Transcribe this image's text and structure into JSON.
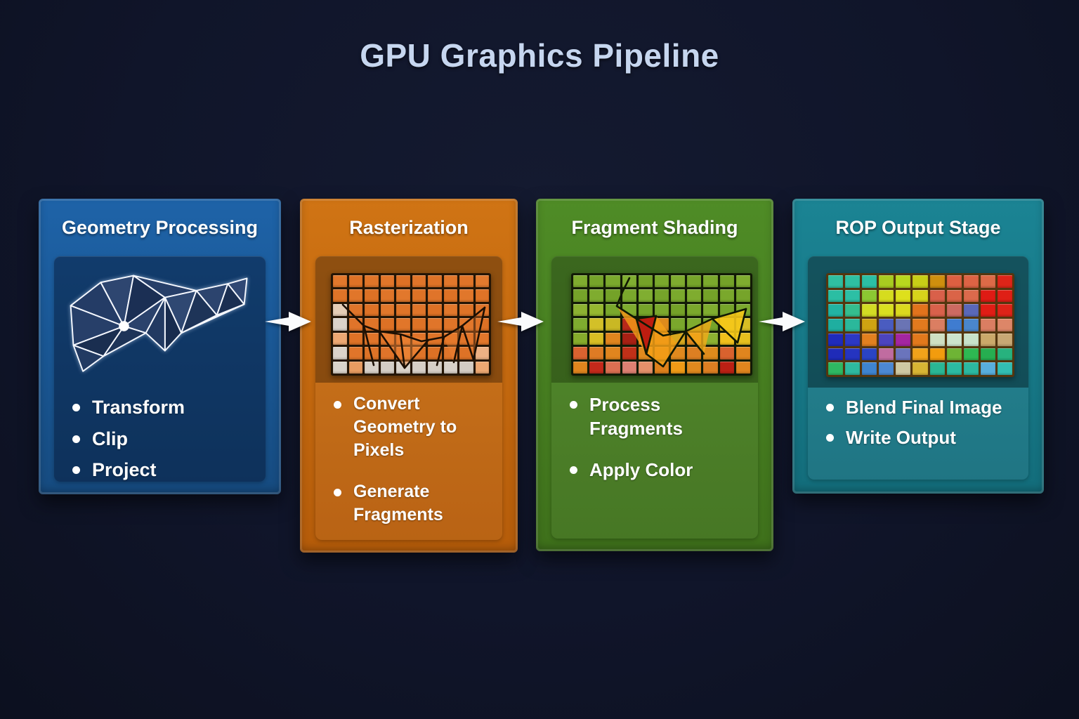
{
  "page": {
    "title": "GPU Graphics Pipeline",
    "background_color": "#10152A",
    "title_color": "#C6D6EF"
  },
  "stages": [
    {
      "title": "Geometry Processing",
      "bullets": [
        "Transform",
        "Clip",
        "Project"
      ],
      "colors": {
        "top": "#1E63A8",
        "bottom": "#164B80"
      },
      "illustration": "wireframe-mesh"
    },
    {
      "title": "Rasterization",
      "bullets": [
        "Convert Geometry to Pixels",
        "Generate Fragments"
      ],
      "colors": {
        "top": "#D07414",
        "bottom": "#B55C0A"
      },
      "illustration": "pixel-grid-orange"
    },
    {
      "title": "Fragment Shading",
      "bullets": [
        "Process Fragments",
        "Apply Color"
      ],
      "colors": {
        "top": "#4F8C26",
        "bottom": "#3E701B"
      },
      "illustration": "pixel-grid-shaded"
    },
    {
      "title": "ROP Output Stage",
      "bullets": [
        "Blend Final Image",
        "Write Output"
      ],
      "colors": {
        "top": "#1B8494",
        "bottom": "#136D7B"
      },
      "illustration": "pixel-grid-final"
    }
  ],
  "arrows": {
    "icon": "arrow-right-icon",
    "color": "#FAFBFD",
    "count": 3
  },
  "illustrations": {
    "geometry_mesh": {
      "stroke_color": "#F5F8FF",
      "vertex_dot_color": "#FFFFFF"
    },
    "raster_grid": {
      "line_color": "#241505",
      "rows": [
        [
          "#E2782C",
          "#DE7226",
          "#E07529",
          "#E1762A",
          "#DD7125",
          "#E0752A",
          "#DE7327",
          "#E1772B",
          "#DF7428",
          "#E27A2E"
        ],
        [
          "#DF7428",
          "#E1762A",
          "#DD7125",
          "#E07529",
          "#E2782C",
          "#DE7226",
          "#E0742A",
          "#DD7125",
          "#E1772B",
          "#DF7327"
        ],
        [
          "#E5CDB6",
          "#E0752A",
          "#DE7226",
          "#E1772B",
          "#DF7428",
          "#E0752A",
          "#DD7125",
          "#E2782C",
          "#DE7327",
          "#E0752A"
        ],
        [
          "#DAD3CB",
          "#E0742A",
          "#DF7428",
          "#DD7125",
          "#E1762A",
          "#DE7226",
          "#E0752A",
          "#DF7428",
          "#E1772B",
          "#DD7125"
        ],
        [
          "#EDA873",
          "#DE7226",
          "#E0752A",
          "#E1762A",
          "#DD7125",
          "#E0742A",
          "#DF7428",
          "#DE7226",
          "#E0752A",
          "#E1772B"
        ],
        [
          "#DAD3CB",
          "#E0752A",
          "#DE7327",
          "#E0742A",
          "#E1762A",
          "#DF7428",
          "#DD7125",
          "#E0752A",
          "#DE7226",
          "#EDB184"
        ],
        [
          "#DAD3CB",
          "#E89C61",
          "#D7D0C8",
          "#D4CDC5",
          "#DAD3CB",
          "#D7D0C8",
          "#D5CEC6",
          "#D9D2CA",
          "#D3CCC4",
          "#EDA873"
        ]
      ]
    },
    "fragment_grid": {
      "line_color": "#121A06",
      "rows": [
        [
          "#7FAC2F",
          "#76A42A",
          "#7BA92D",
          "#80AE31",
          "#74A228",
          "#7AA82C",
          "#7FAC2F",
          "#76A42A",
          "#7BA92D",
          "#74A228",
          "#7FAC2F"
        ],
        [
          "#76A42A",
          "#7FAC2F",
          "#74A228",
          "#7AA82C",
          "#80AE31",
          "#76A42A",
          "#7BA92D",
          "#7FAC2F",
          "#74A228",
          "#7AA82C",
          "#76A42A"
        ],
        [
          "#8CB232",
          "#96B830",
          "#7AA82C",
          "#7FAC2F",
          "#76A42A",
          "#7BA92D",
          "#74A228",
          "#7AA82C",
          "#7FAC2F",
          "#76A42A",
          "#7BA92D"
        ],
        [
          "#7FAC2F",
          "#D3C028",
          "#C9B824",
          "#B8281A",
          "#E0851E",
          "#DE8B1C",
          "#7AA82C",
          "#7FAC2F",
          "#76A42A",
          "#E2C020",
          "#D8BE24"
        ],
        [
          "#86AC2C",
          "#D8BE24",
          "#E0851E",
          "#A82014",
          "#E08A1E",
          "#DE811C",
          "#D8A81E",
          "#E0891E",
          "#8CB232",
          "#F0C01C",
          "#E6C01E"
        ],
        [
          "#DB6230",
          "#DE7B24",
          "#E0851E",
          "#C03018",
          "#E08A1E",
          "#DE811C",
          "#E0891E",
          "#DD7F22",
          "#DE8B1C",
          "#D9622E",
          "#E0851E"
        ],
        [
          "#E0851E",
          "#C4291B",
          "#DB6F52",
          "#DE8072",
          "#E4906A",
          "#DE811C",
          "#F09A16",
          "#E0891E",
          "#DD7F22",
          "#BC2014",
          "#E0851E"
        ]
      ]
    },
    "rop_grid": {
      "line_color": "#54360E",
      "rows": [
        [
          "#2FBFA0",
          "#2EC0A2",
          "#2CBFA4",
          "#A8CC20",
          "#B8D81E",
          "#C8CE17",
          "#CF8F0E",
          "#DD5F41",
          "#DC6344",
          "#DC6A47",
          "#DE2418"
        ],
        [
          "#2BBEA3",
          "#2DBFA5",
          "#8CC832",
          "#D6DC1E",
          "#DEE01C",
          "#D8D31B",
          "#D9604A",
          "#DA6448",
          "#DB6A4C",
          "#DE1B14",
          "#DF1F16"
        ],
        [
          "#22B3A2",
          "#35BD8E",
          "#D3DB24",
          "#DADF20",
          "#DCD81E",
          "#E2731C",
          "#D9614B",
          "#CC6A62",
          "#5A68B8",
          "#E01D15",
          "#DE2318"
        ],
        [
          "#1FAEA0",
          "#2BB89B",
          "#CFA312",
          "#4A5CC0",
          "#6A74B4",
          "#E27A1E",
          "#DB7E62",
          "#3F7CD0",
          "#4A86CC",
          "#DB7E62",
          "#DD8668"
        ],
        [
          "#1F2BBB",
          "#2C38C4",
          "#E2801F",
          "#4C44BE",
          "#A426A0",
          "#E2791C",
          "#CFE0C2",
          "#CCE4CE",
          "#C8E2CA",
          "#CBA96A",
          "#C8A874"
        ],
        [
          "#1F2BB8",
          "#2534C0",
          "#2A44C4",
          "#C06CA0",
          "#6A74BC",
          "#F0A21A",
          "#F29C0E",
          "#6EB435",
          "#2EB852",
          "#26AE50",
          "#27B27E"
        ],
        [
          "#2EB862",
          "#2EB9A0",
          "#3E84D0",
          "#4C88D2",
          "#CEC8A2",
          "#D8B434",
          "#2AB694",
          "#2CBAA2",
          "#2CB8A0",
          "#58AEDC",
          "#32BEB2"
        ]
      ]
    }
  }
}
